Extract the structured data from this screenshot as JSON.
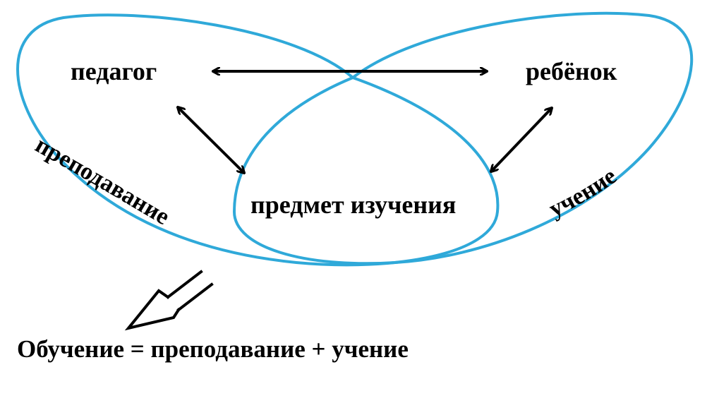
{
  "nodes": {
    "teacher": "педагог",
    "child": "ребёнок",
    "subject": "предмет изучения"
  },
  "arc_labels": {
    "teaching": "преподавание",
    "learning": "учение"
  },
  "formula": "Обучение = преподавание + учение",
  "colors": {
    "loop": "#2fa9d9",
    "arrow": "#000000",
    "text": "#000000"
  }
}
